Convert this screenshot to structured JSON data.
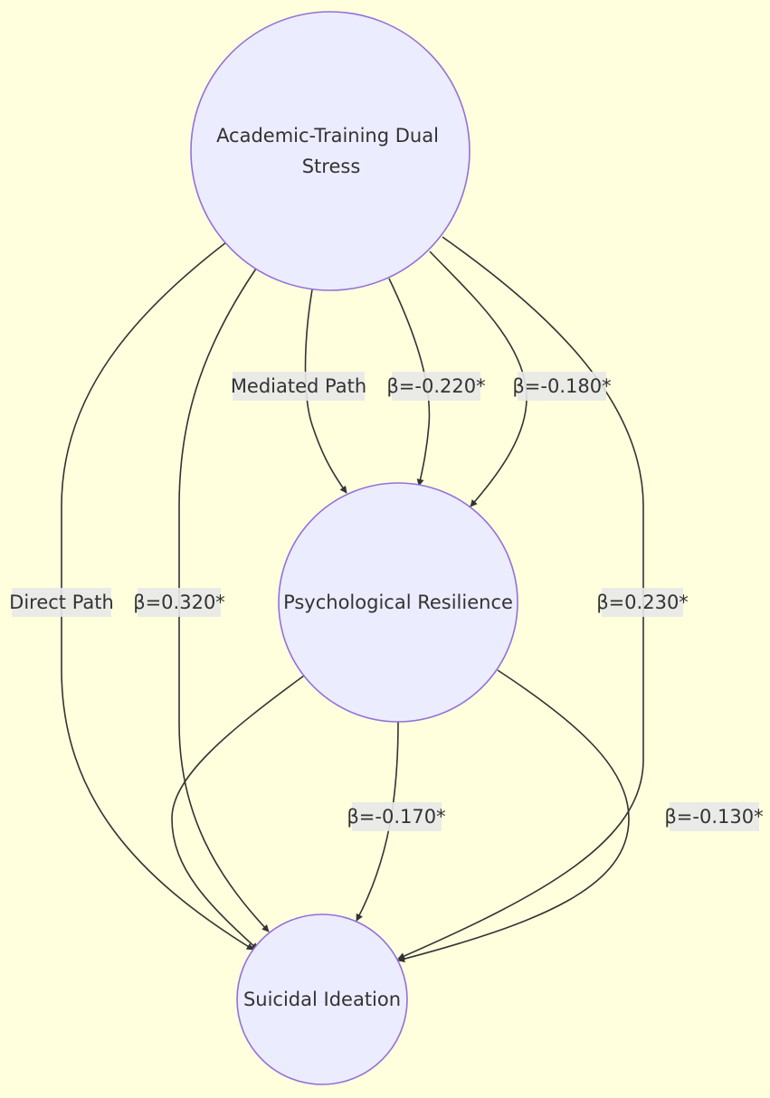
{
  "diagram": {
    "nodes": {
      "stress": {
        "line1": "Academic-Training Dual",
        "line2": "Stress"
      },
      "resilience": {
        "label": "Psychological Resilience"
      },
      "ideation": {
        "label": "Suicidal Ideation"
      }
    },
    "edges": {
      "direct_path": "Direct Path",
      "mediated_path": "Mediated Path",
      "beta_0320": "β=0.320*",
      "beta_n0220": "β=-0.220*",
      "beta_n0180": "β=-0.180*",
      "beta_0230": "β=0.230*",
      "beta_n0170": "β=-0.170*",
      "beta_n0130": "β=-0.130*"
    }
  }
}
